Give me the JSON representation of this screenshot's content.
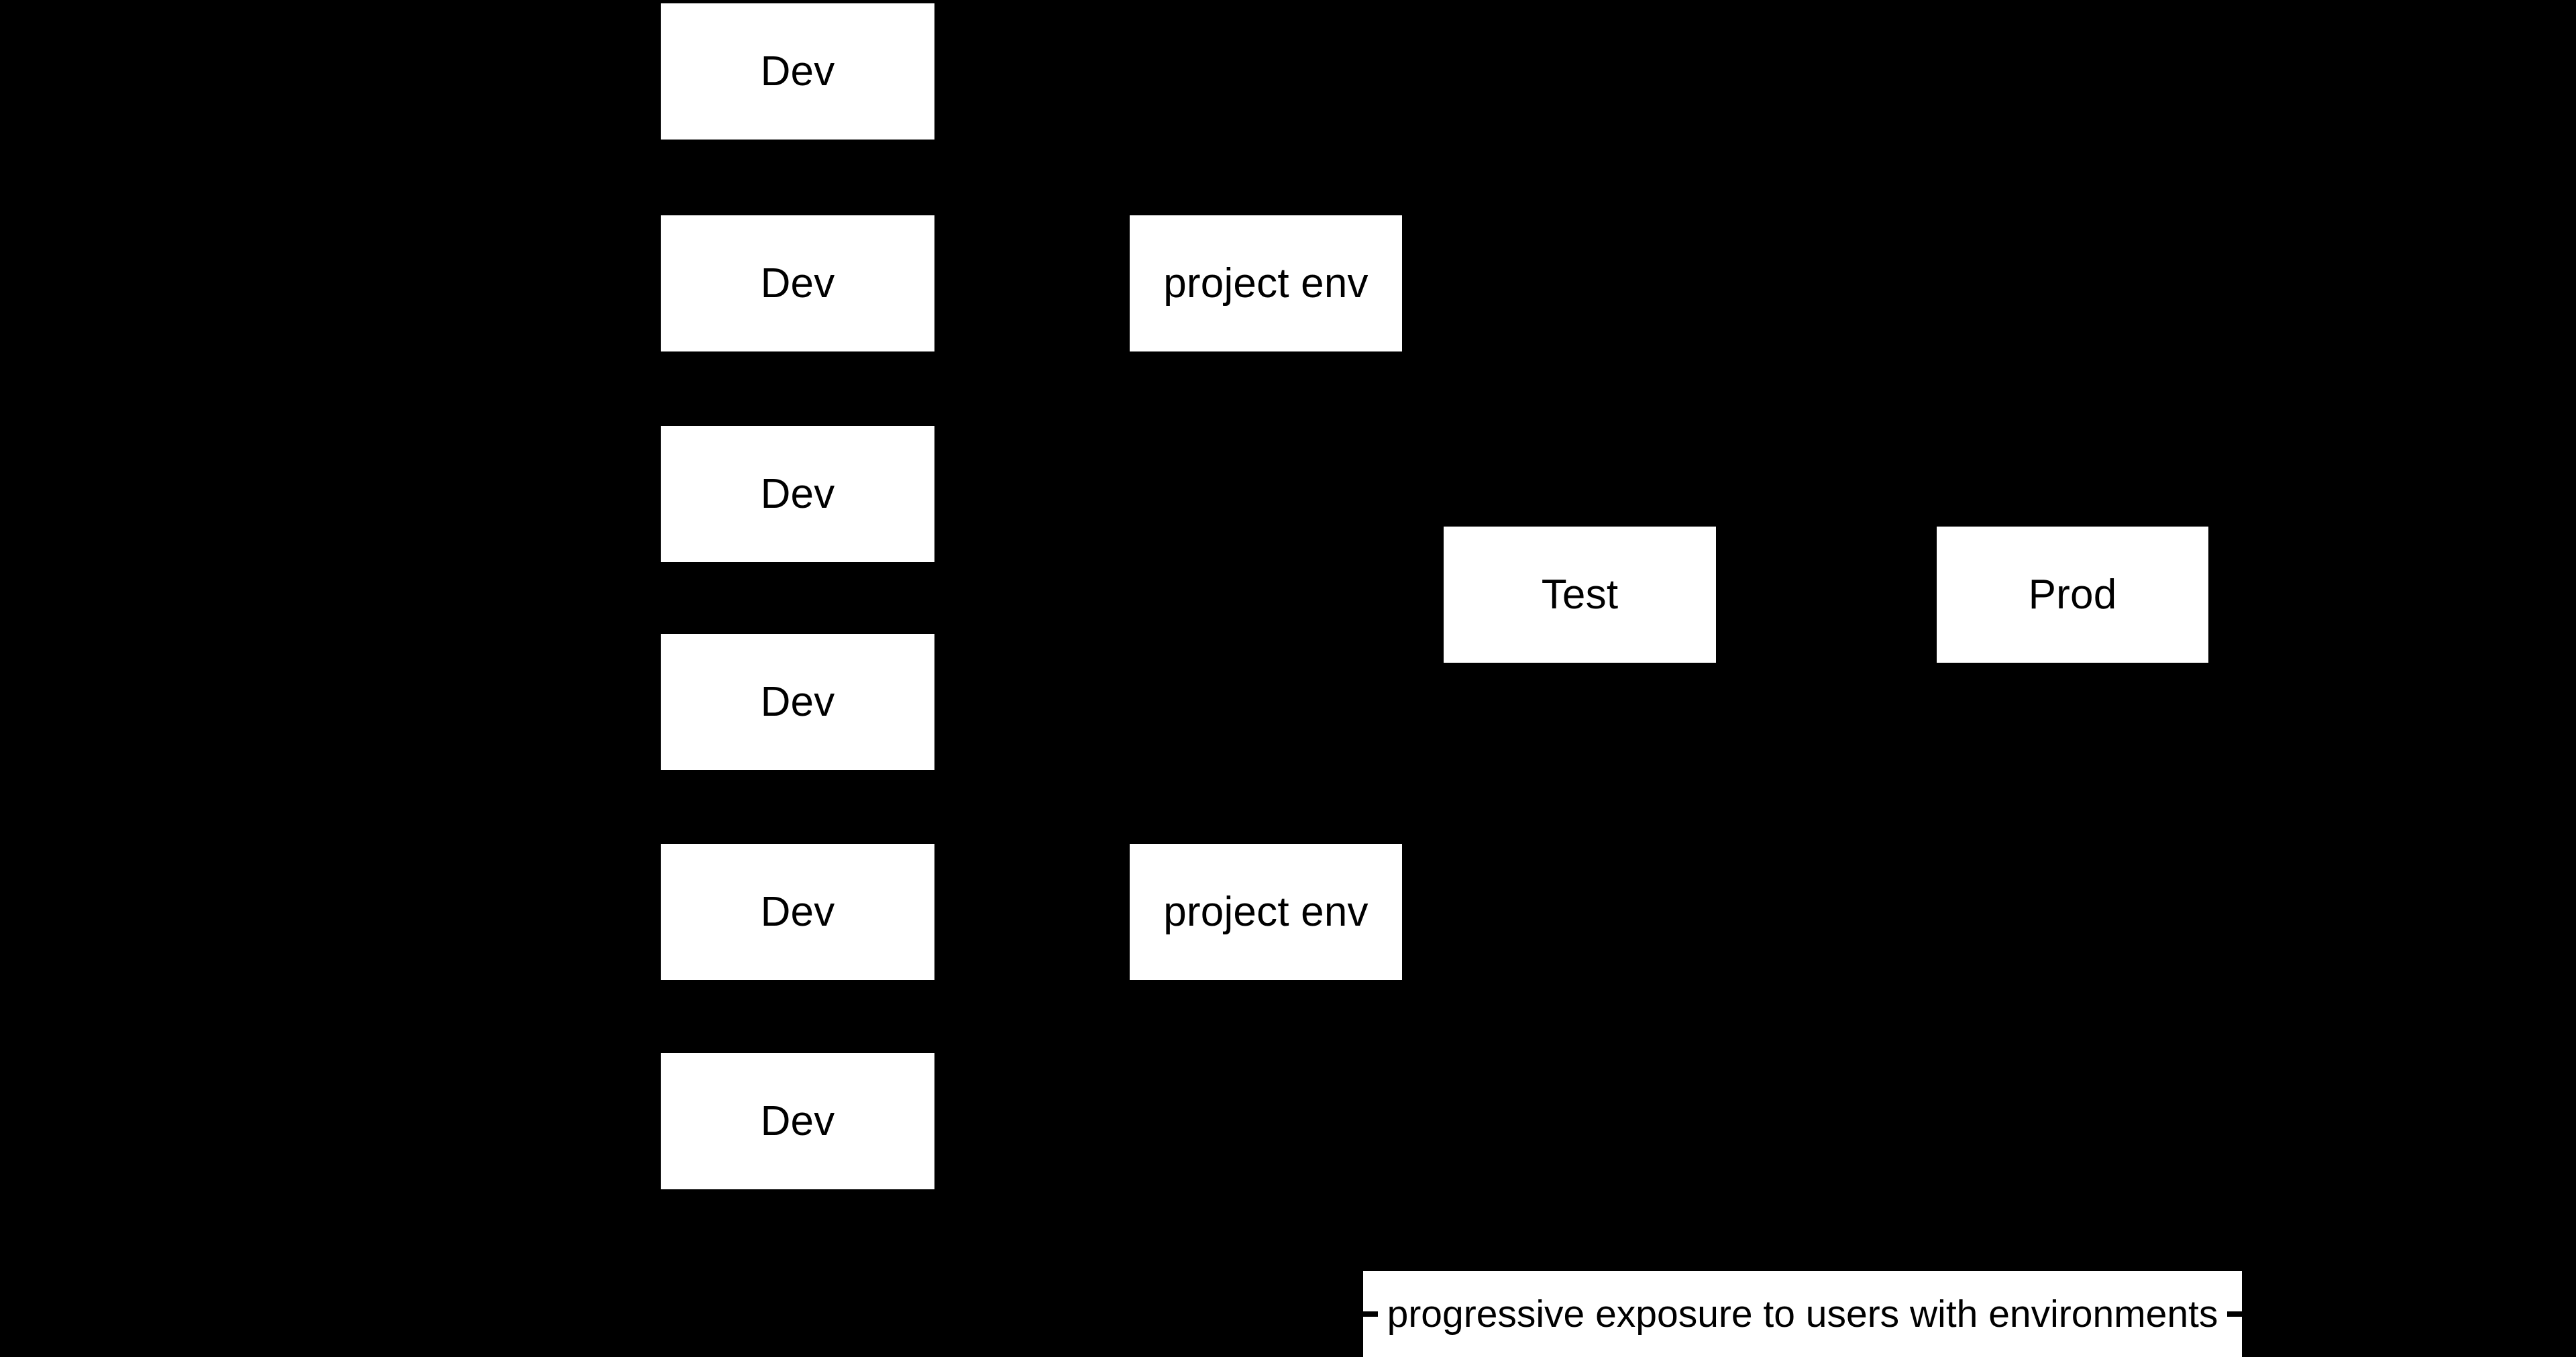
{
  "diagram": {
    "background_color": "#000000",
    "node_fill_color": "#ffffff",
    "node_text_color": "#000000",
    "nodes": [
      {
        "id": "dev-1",
        "label": "Dev"
      },
      {
        "id": "dev-2",
        "label": "Dev"
      },
      {
        "id": "dev-3",
        "label": "Dev"
      },
      {
        "id": "dev-4",
        "label": "Dev"
      },
      {
        "id": "dev-5",
        "label": "Dev"
      },
      {
        "id": "dev-6",
        "label": "Dev"
      },
      {
        "id": "project-env-1",
        "label": "project env"
      },
      {
        "id": "project-env-2",
        "label": "project env"
      },
      {
        "id": "test",
        "label": "Test"
      },
      {
        "id": "prod",
        "label": "Prod"
      }
    ],
    "caption": {
      "text": "progressive exposure to users with environments",
      "left_marker": "arrow-left",
      "right_marker": "arrow-right"
    }
  }
}
